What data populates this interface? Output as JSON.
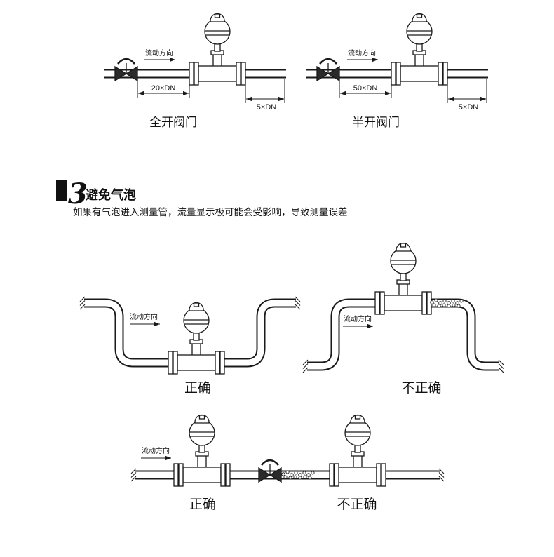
{
  "top": {
    "left": {
      "flow_dir": "流动方向",
      "dim_upstream": "20×DN",
      "dim_downstream": "5×DN",
      "caption": "全开阀门"
    },
    "right": {
      "flow_dir": "流动方向",
      "dim_upstream": "50×DN",
      "dim_downstream": "5×DN",
      "caption": "半开阀门"
    }
  },
  "section": {
    "number": "3",
    "title": "避免气泡",
    "body": "如果有气泡进入测量管，流量显示极可能会受影响，导致测量误差"
  },
  "middle": {
    "left": {
      "flow_dir": "流动方向",
      "caption": "正确"
    },
    "right": {
      "flow_dir": "流动方向",
      "caption": "不正确"
    }
  },
  "bottom": {
    "flow_dir": "流动方向",
    "caption_left": "正确",
    "caption_right": "不正确"
  },
  "colors": {
    "line": "#1a1a1a",
    "background": "#ffffff"
  }
}
